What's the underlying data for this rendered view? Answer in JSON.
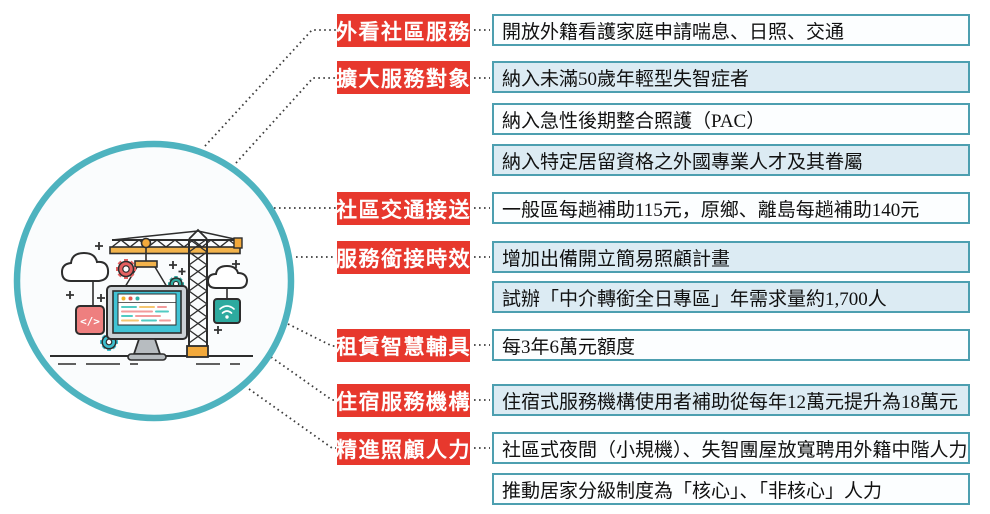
{
  "colors": {
    "label_bg": "#e7382d",
    "label_text": "#ffffff",
    "box_border": "#4d9fb0",
    "box_fill_plain": "#fcfeff",
    "box_fill_tint": "#dcebf3",
    "circle_border": "#4eb3bf",
    "connector_dots": "#3c3c3c",
    "body_text": "#111111"
  },
  "illustration": {
    "name": "website-construction-scene",
    "code_tag": "</>"
  },
  "groups": [
    {
      "label": "外看社區服務",
      "items": [
        "開放外籍看護家庭申請喘息、日照、交通"
      ]
    },
    {
      "label": "擴大服務對象",
      "items": [
        "納入未滿50歲年輕型失智症者",
        "納入急性後期整合照護（PAC）",
        "納入特定居留資格之外國專業人才及其眷屬"
      ]
    },
    {
      "label": "社區交通接送",
      "items": [
        "一般區每趟補助115元，原鄉、離島每趟補助140元"
      ]
    },
    {
      "label": "服務銜接時效",
      "items": [
        "增加出備開立簡易照顧計畫",
        "試辦「中介轉銜全日專區」年需求量約1,700人"
      ]
    },
    {
      "label": "租賃智慧輔具",
      "items": [
        "每3年6萬元額度"
      ]
    },
    {
      "label": "住宿服務機構",
      "items": [
        "住宿式服務機構使用者補助從每年12萬元提升為18萬元"
      ]
    },
    {
      "label": "精進照顧人力",
      "items": [
        "社區式夜間（小規機）、失智團屋放寬聘用外籍中階人力",
        "推動居家分級制度為「核心」、「非核心」人力"
      ]
    }
  ]
}
